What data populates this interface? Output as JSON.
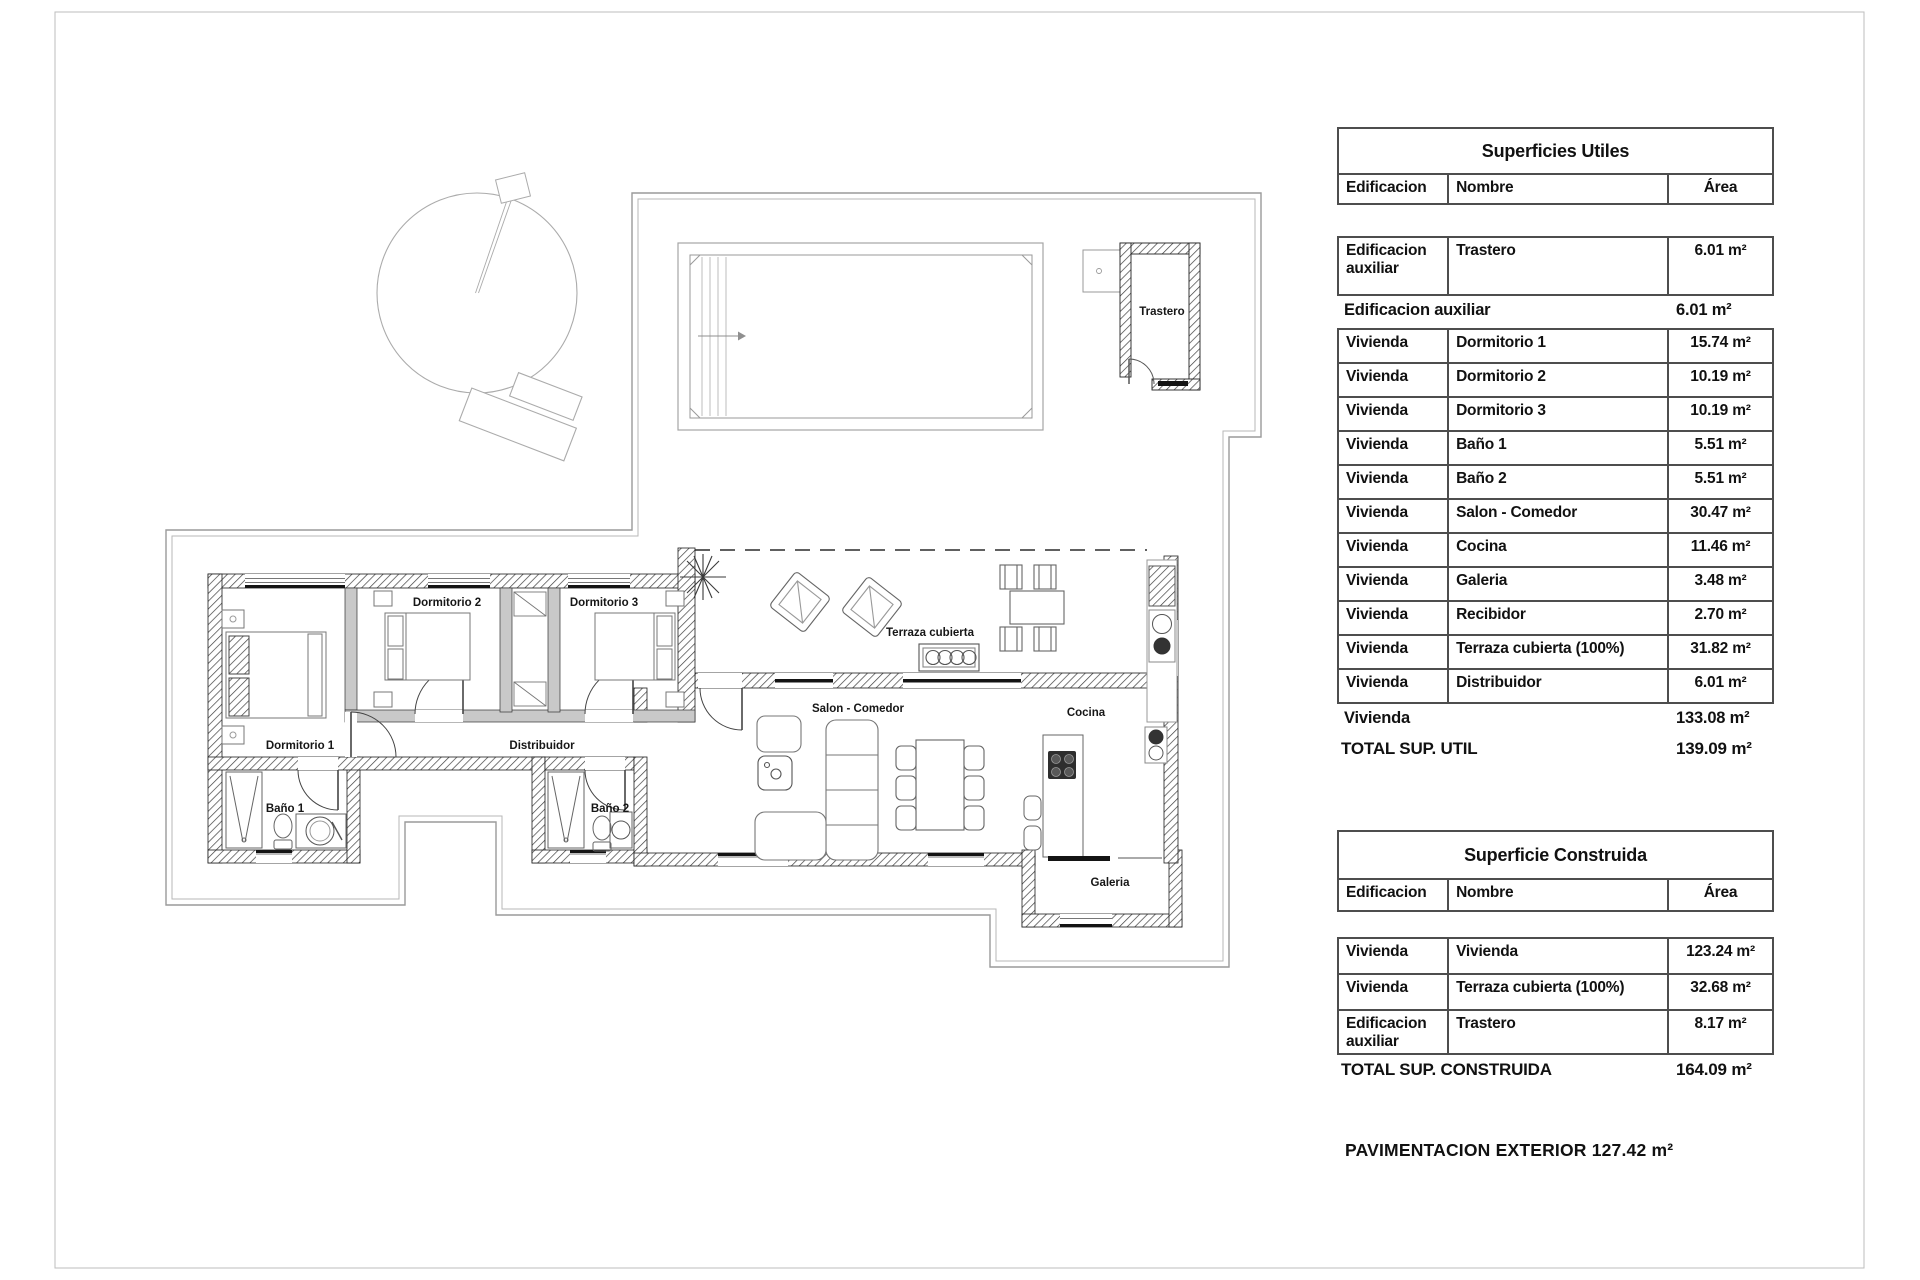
{
  "plan": {
    "rooms": {
      "dormitorio1": "Dormitorio 1",
      "dormitorio2": "Dormitorio 2",
      "dormitorio3": "Dormitorio 3",
      "bano1": "Baño 1",
      "bano2": "Baño 2",
      "distribuidor": "Distribuidor",
      "salon_comedor": "Salon - Comedor",
      "cocina": "Cocina",
      "galeria": "Galeria",
      "terraza_cubierta": "Terraza cubierta",
      "trastero": "Trastero"
    }
  },
  "tables": {
    "superficies_utiles": {
      "title": "Superficies Utiles",
      "columns": [
        "Edificacion",
        "Nombre",
        "Área"
      ],
      "group1_rows": [
        {
          "edificacion": "Edificacion auxiliar",
          "nombre": "Trastero",
          "area": "6.01 m²"
        }
      ],
      "group1_subtotal": {
        "label": "Edificacion auxiliar",
        "value": "6.01 m²"
      },
      "group2_rows": [
        {
          "edificacion": "Vivienda",
          "nombre": "Dormitorio 1",
          "area": "15.74 m²"
        },
        {
          "edificacion": "Vivienda",
          "nombre": "Dormitorio 2",
          "area": "10.19 m²"
        },
        {
          "edificacion": "Vivienda",
          "nombre": "Dormitorio 3",
          "area": "10.19 m²"
        },
        {
          "edificacion": "Vivienda",
          "nombre": "Baño 1",
          "area": "5.51 m²"
        },
        {
          "edificacion": "Vivienda",
          "nombre": "Baño 2",
          "area": "5.51 m²"
        },
        {
          "edificacion": "Vivienda",
          "nombre": "Salon - Comedor",
          "area": "30.47 m²"
        },
        {
          "edificacion": "Vivienda",
          "nombre": "Cocina",
          "area": "11.46 m²"
        },
        {
          "edificacion": "Vivienda",
          "nombre": "Galeria",
          "area": "3.48 m²"
        },
        {
          "edificacion": "Vivienda",
          "nombre": "Recibidor",
          "area": "2.70 m²"
        },
        {
          "edificacion": "Vivienda",
          "nombre": "Terraza cubierta (100%)",
          "area": "31.82 m²"
        },
        {
          "edificacion": "Vivienda",
          "nombre": "Distribuidor",
          "area": "6.01 m²"
        }
      ],
      "group2_subtotal": {
        "label": "Vivienda",
        "value": "133.08 m²"
      },
      "total": {
        "label": "TOTAL SUP. UTIL",
        "value": "139.09 m²"
      }
    },
    "superficie_construida": {
      "title": "Superficie Construida",
      "columns": [
        "Edificacion",
        "Nombre",
        "Área"
      ],
      "rows": [
        {
          "edificacion": "Vivienda",
          "nombre": "Vivienda",
          "area": "123.24 m²"
        },
        {
          "edificacion": "Vivienda",
          "nombre": "Terraza cubierta (100%)",
          "area": "32.68 m²"
        },
        {
          "edificacion": "Edificacion auxiliar",
          "nombre": "Trastero",
          "area": "8.17 m²"
        }
      ],
      "total": {
        "label": "TOTAL SUP. CONSTRUIDA",
        "value": "164.09 m²"
      }
    }
  },
  "footer": {
    "pavimentacion": "PAVIMENTACION EXTERIOR 127.42 m²"
  },
  "colors": {
    "table_border": "#4d4d4d",
    "text": "#111111",
    "boundary_line": "#9a9a9a",
    "wall_hatch": "#3f3f3f"
  }
}
